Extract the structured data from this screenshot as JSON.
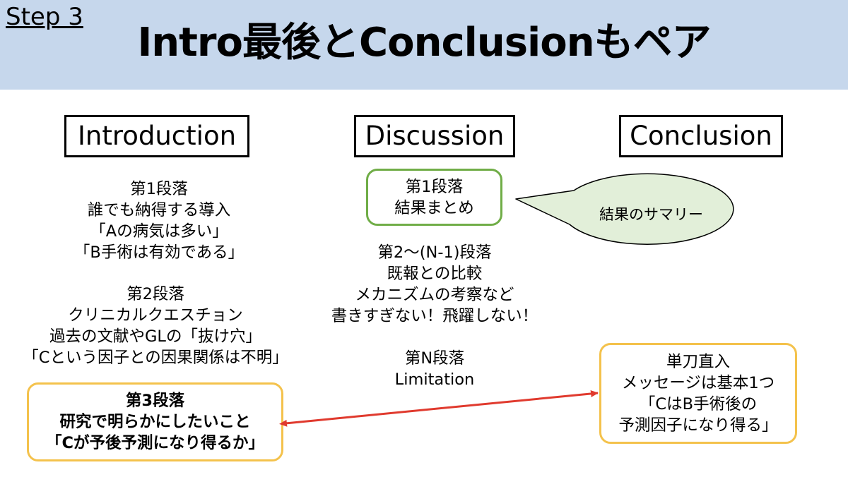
{
  "header": {
    "step_label": "Step 3",
    "title": "Intro最後とConclusionもペア"
  },
  "columns": {
    "introduction": "Introduction",
    "discussion": "Discussion",
    "conclusion": "Conclusion"
  },
  "introduction": {
    "p1": [
      "第1段落",
      "誰でも納得する導入",
      "「Aの病気は多い」",
      "「B手術は有効である」"
    ],
    "p2": [
      "第2段落",
      "クリニカルクエスチョン",
      "過去の文献やGLの「抜け穴」",
      "「Cという因子との因果関係は不明」"
    ],
    "p3": [
      "第3段落",
      "研究で明らかにしたいこと",
      "「Cが予後予測になり得るか」"
    ]
  },
  "discussion": {
    "p1": [
      "第1段落",
      "結果まとめ"
    ],
    "p2": [
      "第2～(N-1)段落",
      "既報との比較",
      "メカニズムの考察など",
      "書きすぎない！飛躍しない！"
    ],
    "pn": [
      "第N段落",
      "Limitation"
    ]
  },
  "callout": "結果のサマリー",
  "conclusion": {
    "box": [
      "単刀直入",
      "メッセージは基本1つ",
      "「CはB手術後の",
      "予測因子になり得る」"
    ]
  },
  "colors": {
    "header_bg": "#c6d7ec",
    "green_border": "#70ad47",
    "green_fill": "#e2efd9",
    "yellow_border": "#f4c24c",
    "arrow": "#e03a2e"
  }
}
